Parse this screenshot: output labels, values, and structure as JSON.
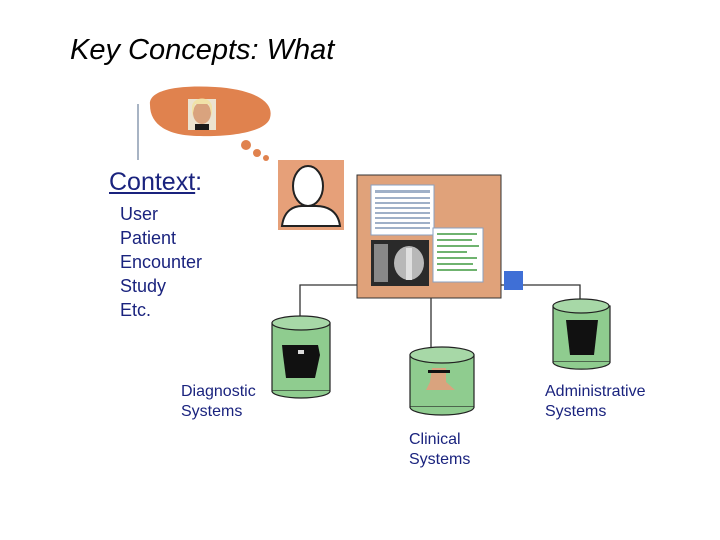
{
  "title": "Key Concepts: What",
  "context": {
    "heading": "Context",
    "colon": ":",
    "items": [
      "User",
      "Patient",
      "Encounter",
      "Study",
      "Etc."
    ]
  },
  "systems": {
    "diagnostic": [
      "Diagnostic",
      "Systems"
    ],
    "clinical": [
      "Clinical",
      "Systems"
    ],
    "administrative": [
      "Administrative",
      "Systems"
    ]
  },
  "icons": {
    "thought_bubble": "thought-bubble-icon",
    "user": "user-silhouette-icon",
    "workstation": "clinical-workstation-icon",
    "database": "database-cylinder-icon"
  },
  "colors": {
    "text": "#1a237e",
    "bubble": "#e0824e",
    "board": "#e0a27a",
    "cylinder": "#8fcc8f",
    "accent_square": "#3f6fd6"
  }
}
